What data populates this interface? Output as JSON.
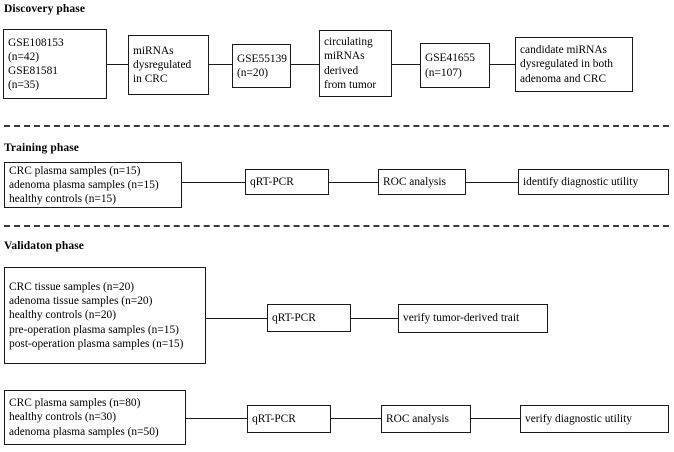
{
  "figure": {
    "type": "flowchart",
    "caption_absent": true
  },
  "phases": [
    {
      "id": "discovery",
      "title": "Discovery phase",
      "nodes": [
        {
          "id": "gse-datasets",
          "lines": [
            "GSE108153",
            "(n=42)",
            "GSE81581",
            "(n=35)"
          ]
        },
        {
          "id": "mirnas-dysregulated",
          "lines": [
            "miRNAs",
            "dysregulated",
            "in CRC"
          ]
        },
        {
          "id": "gse55139",
          "lines": [
            "GSE55139",
            "(n=20)"
          ]
        },
        {
          "id": "circulating-mirnas",
          "lines": [
            "circulating",
            "miRNAs",
            "derived",
            "from tumor"
          ]
        },
        {
          "id": "gse41655",
          "lines": [
            "GSE41655",
            "(n=107)"
          ]
        },
        {
          "id": "candidate-mirnas",
          "lines": [
            "candidate miRNAs",
            "dysregulated in both",
            "adenoma and CRC"
          ]
        }
      ]
    },
    {
      "id": "training",
      "title": "Training phase",
      "nodes": [
        {
          "id": "training-samples",
          "lines": [
            "CRC plasma samples (n=15)",
            "adenoma plasma samples (n=15)",
            "healthy controls (n=15)"
          ]
        },
        {
          "id": "training-qrtpcr",
          "lines": [
            "qRT-PCR"
          ]
        },
        {
          "id": "training-roc",
          "lines": [
            "ROC analysis"
          ]
        },
        {
          "id": "training-outcome",
          "lines": [
            "identify diagnostic utility"
          ]
        }
      ]
    },
    {
      "id": "validation",
      "title": "Validaton phase",
      "nodes": [
        {
          "id": "validation-tissue-samples",
          "lines": [
            "CRC tissue samples (n=20)",
            "adenoma tissue samples (n=20)",
            "healthy controls (n=20)",
            "pre-operation plasma samples (n=15)",
            "post-operation plasma samples (n=15)"
          ]
        },
        {
          "id": "validation-qrtpcr-1",
          "lines": [
            "qRT-PCR"
          ]
        },
        {
          "id": "validation-outcome-1",
          "lines": [
            "verify tumor-derived trait"
          ]
        },
        {
          "id": "validation-plasma-samples",
          "lines": [
            "CRC plasma samples (n=80)",
            "healthy controls (n=30)",
            "adenoma plasma samples (n=50)"
          ]
        },
        {
          "id": "validation-qrtpcr-2",
          "lines": [
            "qRT-PCR"
          ]
        },
        {
          "id": "validation-roc",
          "lines": [
            "ROC analysis"
          ]
        },
        {
          "id": "validation-outcome-2",
          "lines": [
            "verify diagnostic utility"
          ]
        }
      ]
    }
  ],
  "colors": {
    "stroke": "#1b1b1b",
    "divider": "#3a3a3a",
    "background": "#ffffff",
    "text": "#000000"
  }
}
